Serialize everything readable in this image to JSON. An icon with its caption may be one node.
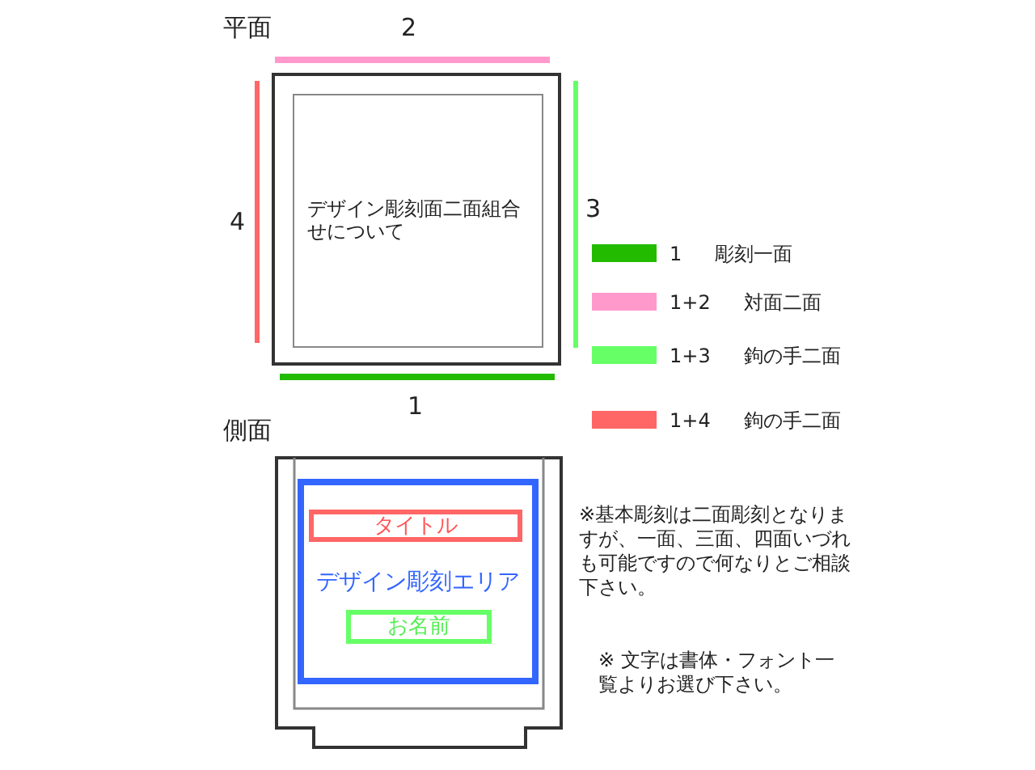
{
  "diagram": {
    "nodes": [
      {
        "text": [],
        "shape": "box"
      },
      {
        "text": [
          "デザイン彫刻面二面組合せについて"
        ],
        "in": 0
      },
      {
        "text": [],
        "shape": "cup"
      },
      {
        "text": [
          "デザイン彫刻エリア"
        ],
        "in": 2
      },
      {
        "text": [
          "タイトル"
        ],
        "in": 3
      },
      {
        "text": [
          "お名前"
        ],
        "in": 3
      }
    ],
    "labels": [
      "平面",
      "2",
      "4",
      "3",
      "1",
      "側面",
      "※基本彫刻は二面彫刻となりますが、一面、三面、四面いづれも可能ですので何なりとご相談下さい。",
      "※ 文字は書体・フォント一覧よりお選び下さい。"
    ],
    "legend": [
      {
        "text": "1 彫刻一面",
        "color": "#22bb00"
      },
      {
        "text": "1+2 対面二面",
        "color": "#ff99cc"
      },
      {
        "text": "1+3 鉤の手二面",
        "color": "#66ff66"
      },
      {
        "text": "1+4 鉤の手二面",
        "color": "#ff6666"
      }
    ]
  }
}
